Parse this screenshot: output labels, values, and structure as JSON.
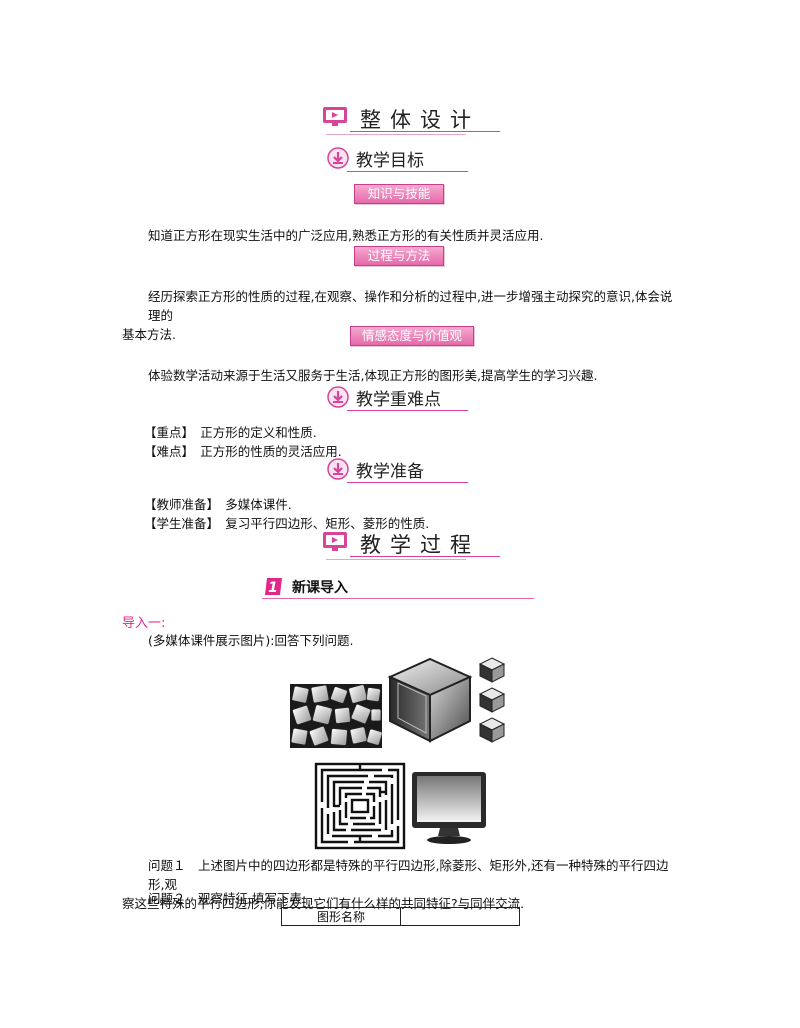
{
  "headers": {
    "design_title": "整体设计",
    "process_title": "教学过程"
  },
  "sections": {
    "goals": "教学目标",
    "key_points": "教学重难点",
    "preparation": "教学准备"
  },
  "tags": {
    "knowledge": "知识与技能",
    "process": "过程与方法",
    "emotion": "情感态度与价值观"
  },
  "paragraphs": {
    "knowledge": "知道正方形在现实生活中的广泛应用,熟悉正方形的有关性质并灵活应用.",
    "process_line1": "经历探索正方形的性质的过程,在观察、操作和分析的过程中,进一步增强主动探究的意识,体会说理的",
    "process_line2": "基本方法.",
    "emotion": "体验数学活动来源于生活又服务于生活,体现正方形的图形美,提高学生的学习兴趣."
  },
  "key_points": {
    "focus": "【重点】　正方形的定义和性质.",
    "difficulty": "【难点】　正方形的性质的灵活应用."
  },
  "preparation": {
    "teacher": "【教师准备】　多媒体课件.",
    "student": "【学生准备】　复习平行四边形、矩形、菱形的性质."
  },
  "lesson": {
    "number": "1",
    "title": "新课导入",
    "intro_label": "导入一:",
    "intro_text": "(多媒体课件展示图片):回答下列问题.",
    "q1_line1": "问题１　上述图片中的四边形都是特殊的平行四边形,除菱形、矩形外,还有一种特殊的平行四边形,观",
    "q1_line2": "察这些特殊的平行四边形,你能发现它们有什么样的共同特征?与同伴交流.",
    "q2": "问题２　观察特征,填写下表:"
  },
  "table": {
    "header": "图形名称",
    "value": ""
  },
  "images": [
    "square-tiles-pattern",
    "glass-cube",
    "small-cubes",
    "square-maze",
    "lcd-monitor"
  ],
  "colors": {
    "accent": "#d8449a",
    "tag_fill": "#e56aaa",
    "label": "#e0288a"
  }
}
